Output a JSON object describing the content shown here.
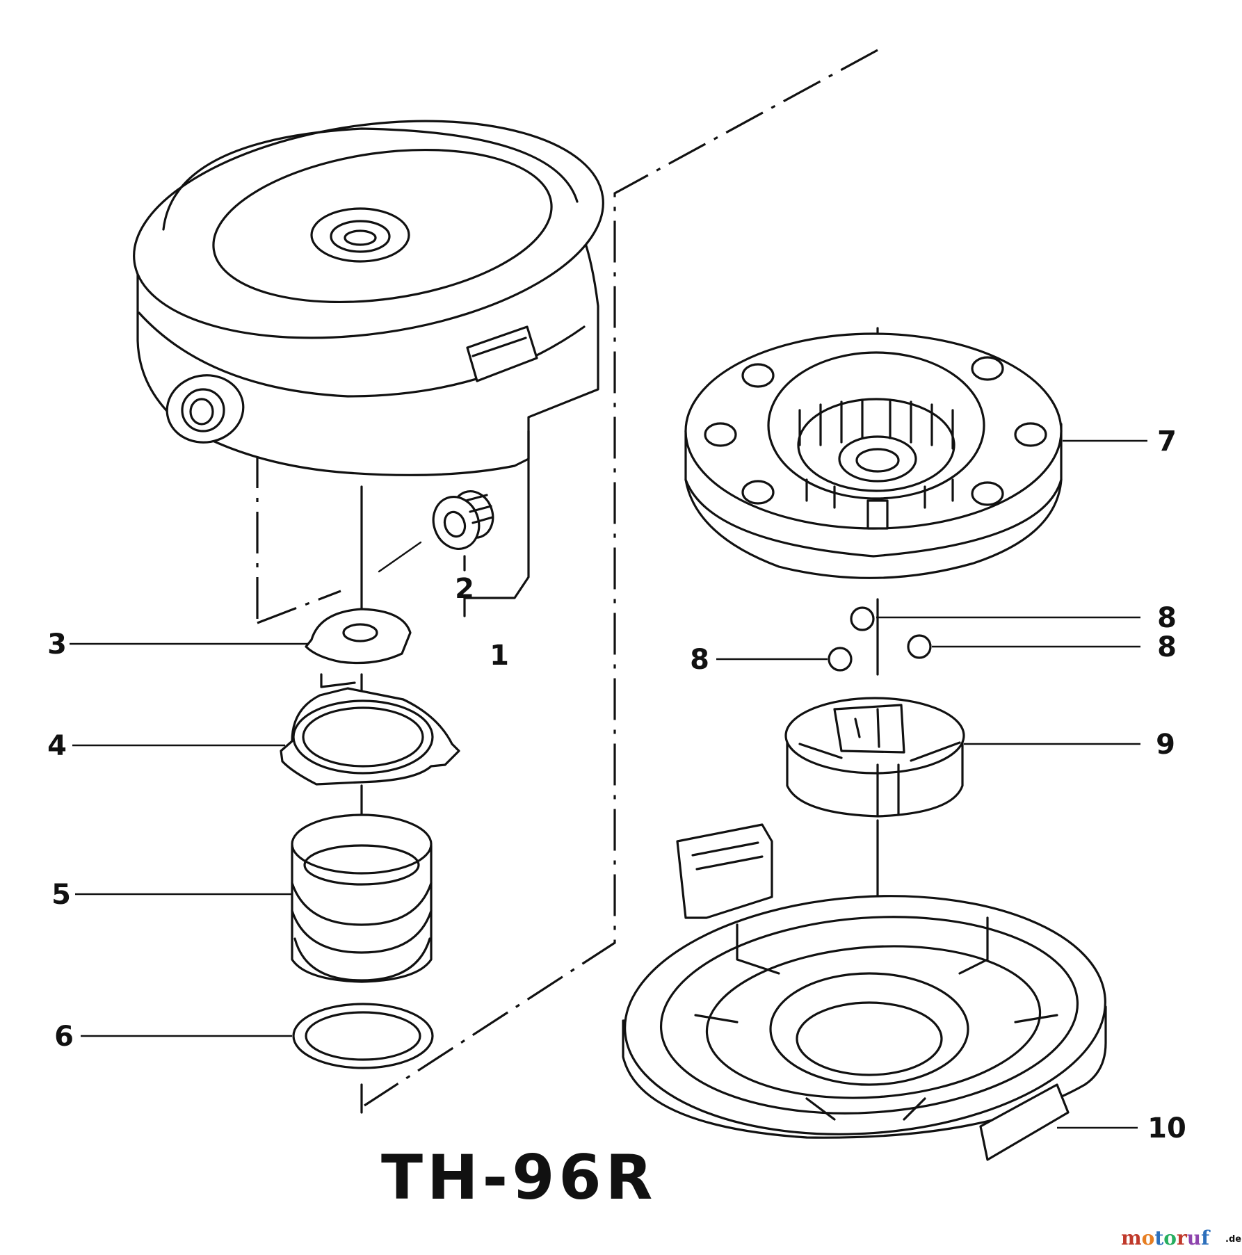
{
  "diagram": {
    "model": "TH-96R",
    "callouts": [
      "1",
      "2",
      "3",
      "4",
      "5",
      "6",
      "7",
      "8",
      "8",
      "8",
      "9",
      "10"
    ],
    "watermark": {
      "letters": [
        {
          "ch": "m",
          "color": "#c0392b"
        },
        {
          "ch": "o",
          "color": "#e67e22"
        },
        {
          "ch": "t",
          "color": "#2c6fbb"
        },
        {
          "ch": "o",
          "color": "#27ae60"
        },
        {
          "ch": "r",
          "color": "#c0392b"
        },
        {
          "ch": "u",
          "color": "#8e44ad"
        },
        {
          "ch": "f",
          "color": "#2c6fbb"
        }
      ],
      "suffix": ".de"
    }
  }
}
